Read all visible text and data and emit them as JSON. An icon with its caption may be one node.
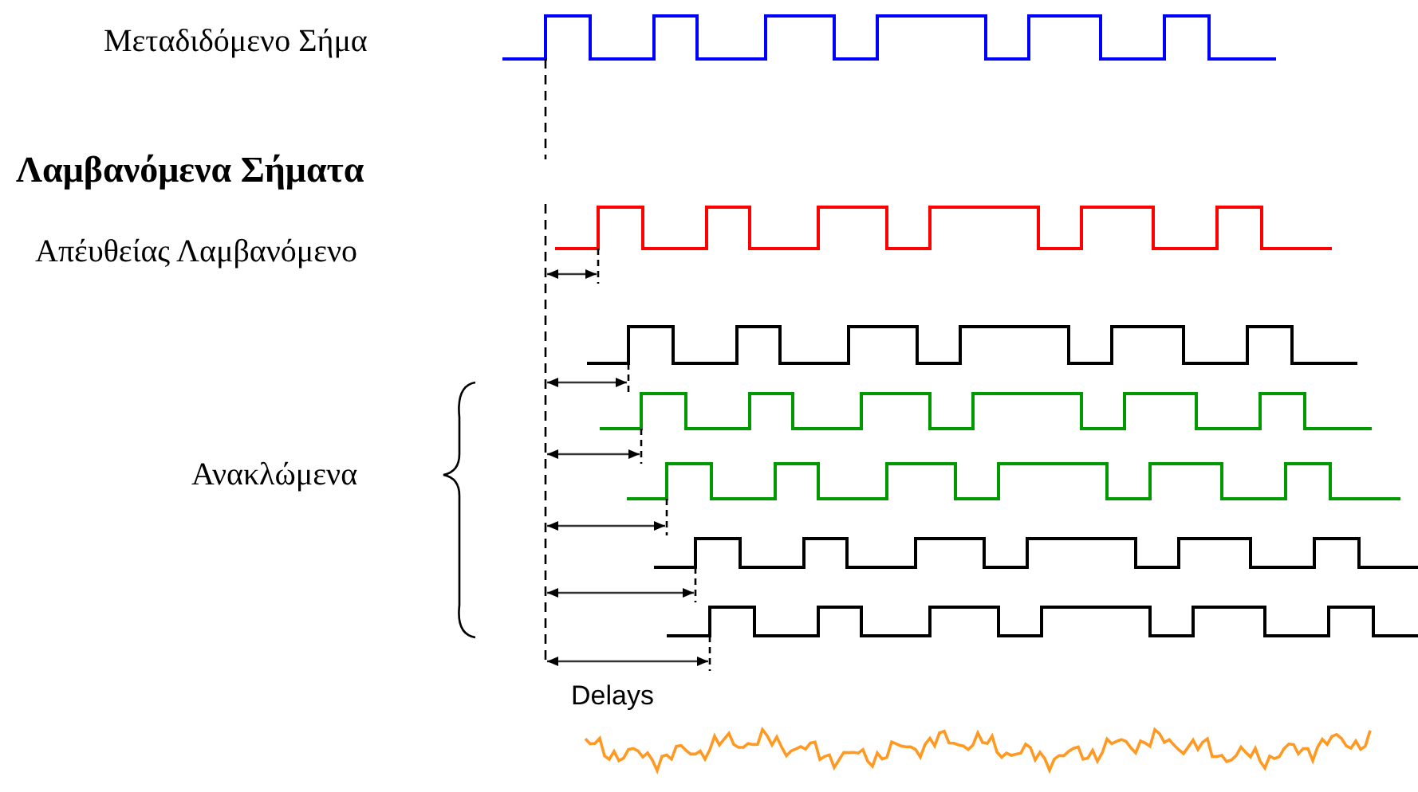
{
  "diagram": {
    "labels": [
      "Μεταδιδόμενο Σήμα",
      "Λαμβανόμενα Σήματα",
      "Απέυθείας Λαμβανόμενο",
      "Ανακλώμενα",
      "Delays"
    ]
  }
}
